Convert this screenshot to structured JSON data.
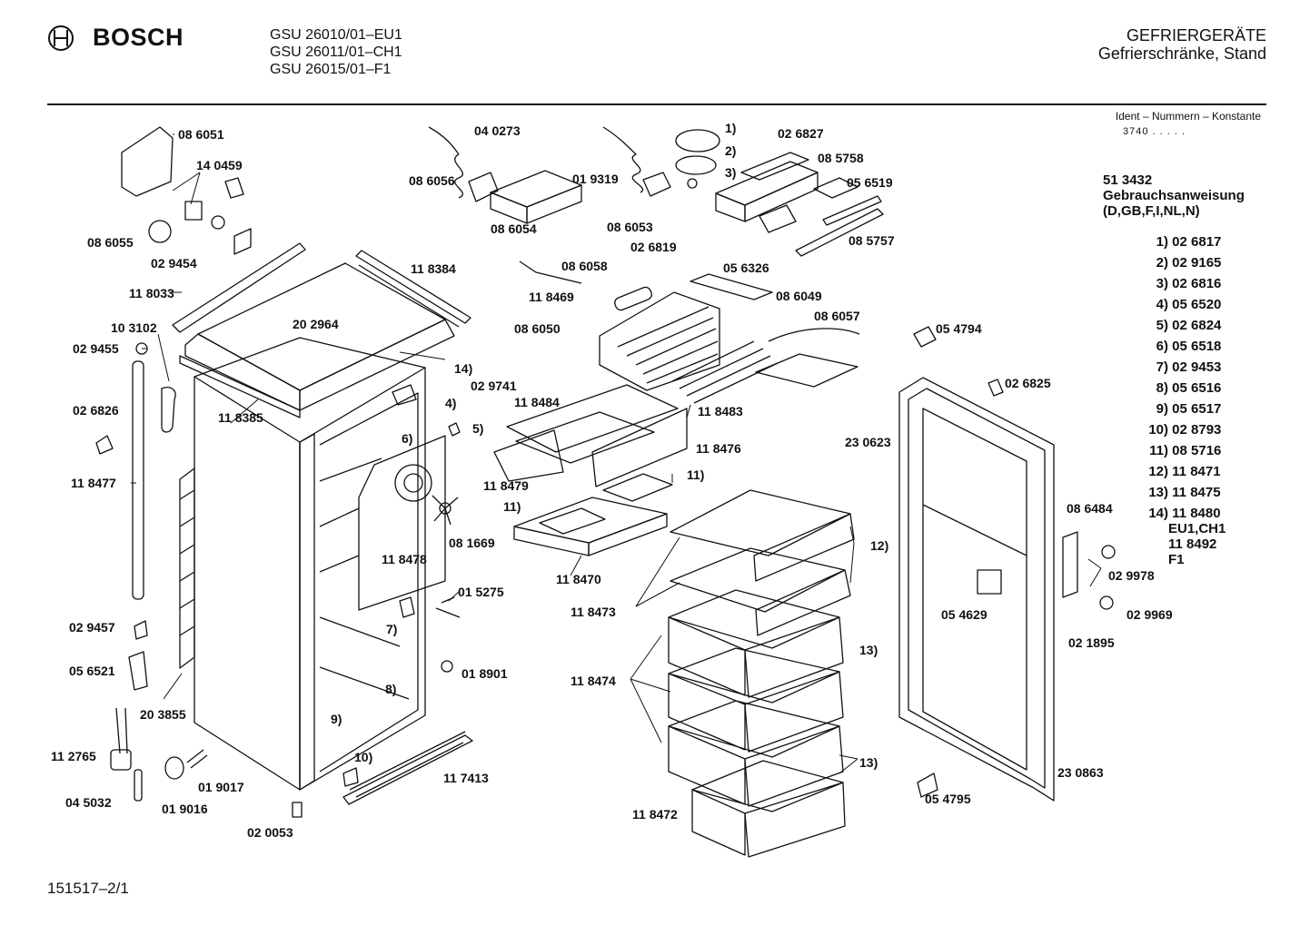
{
  "header": {
    "brand": "BOSCH",
    "models": [
      "GSU 26010/01–EU1",
      "GSU 26011/01–CH1",
      "GSU 26015/01–F1"
    ],
    "category": "GEFRIERGERÄTE",
    "subcategory": "Gefrierschränke, Stand",
    "ident_label": "Ident – Nummern – Konstante",
    "ident_value": "3740 . . . . ."
  },
  "legend": {
    "manual_number": "51 3432",
    "manual_title": "Gebrauchsanweisung",
    "manual_langs": "(D,GB,F,I,NL,N)",
    "items": [
      {
        "key": "1)",
        "part": "02 6817"
      },
      {
        "key": "2)",
        "part": "02 9165"
      },
      {
        "key": "3)",
        "part": "02 6816"
      },
      {
        "key": "4)",
        "part": "05 6520"
      },
      {
        "key": "5)",
        "part": "02 6824"
      },
      {
        "key": "6)",
        "part": "05 6518"
      },
      {
        "key": "7)",
        "part": "02 9453"
      },
      {
        "key": "8)",
        "part": "05 6516"
      },
      {
        "key": "9)",
        "part": "05 6517"
      },
      {
        "key": "10)",
        "part": "02 8793"
      },
      {
        "key": "11)",
        "part": "08 5716"
      },
      {
        "key": "12)",
        "part": "11 8471"
      },
      {
        "key": "13)",
        "part": "11 8475"
      },
      {
        "key": "14)",
        "part": "11 8480"
      }
    ],
    "extra": [
      "EU1,CH1",
      "11 8492",
      "F1"
    ]
  },
  "labels": {
    "p086051": "08 6051",
    "p140459": "14 0459",
    "p086055": "08 6055",
    "p029454": "02 9454",
    "p118033": "11 8033",
    "p103102": "10 3102",
    "p029455": "02 9455",
    "p026826": "02 6826",
    "p118477": "11 8477",
    "p029457": "02 9457",
    "p056521": "05 6521",
    "p112765": "11 2765",
    "p045032": "04 5032",
    "p019016": "01 9016",
    "p019017": "01 9017",
    "p020053": "02 0053",
    "p203855": "20 3855",
    "p202964": "20 2964",
    "p118384": "11 8384",
    "p118385": "11 8385",
    "p117413": "11 7413",
    "p018901": "01 8901",
    "p015275": "01 5275",
    "p118478": "11 8478",
    "p081669": "08 1669",
    "p040273": "04 0273",
    "p086056": "08 6056",
    "p019319": "01 9319",
    "p086054": "08 6054",
    "p086053": "08 6053",
    "p026819": "02 6819",
    "p026827": "02 6827",
    "p085758": "08 5758",
    "p056519": "05 6519",
    "p085757": "08 5757",
    "p056326": "05 6326",
    "p086058": "08 6058",
    "p118469": "11 8469",
    "p086049": "08 6049",
    "p086050": "08 6050",
    "p086057": "08 6057",
    "p029741": "02 9741",
    "p118484": "11 8484",
    "p118483": "11 8483",
    "p118476": "11 8476",
    "p118479": "11 8479",
    "p118470": "11 8470",
    "p118473": "11 8473",
    "p118474": "11 8474",
    "p118472": "11 8472",
    "p054794": "05 4794",
    "p026825": "02 6825",
    "p230623": "23 0623",
    "p086484": "08 6484",
    "p029978": "02 9978",
    "p029969": "02 9969",
    "p021895": "02 1895",
    "p054629": "05 4629",
    "p230863": "23 0863",
    "p054795": "05 4795",
    "c1": "1)",
    "c2": "2)",
    "c3": "3)",
    "c4": "4)",
    "c5": "5)",
    "c6": "6)",
    "c7": "7)",
    "c8": "8)",
    "c9": "9)",
    "c10": "10)",
    "c11a": "11)",
    "c11b": "11)",
    "c12": "12)",
    "c13a": "13)",
    "c13b": "13)",
    "c14": "14)"
  },
  "footer": {
    "doc_number": "151517–2/1"
  }
}
